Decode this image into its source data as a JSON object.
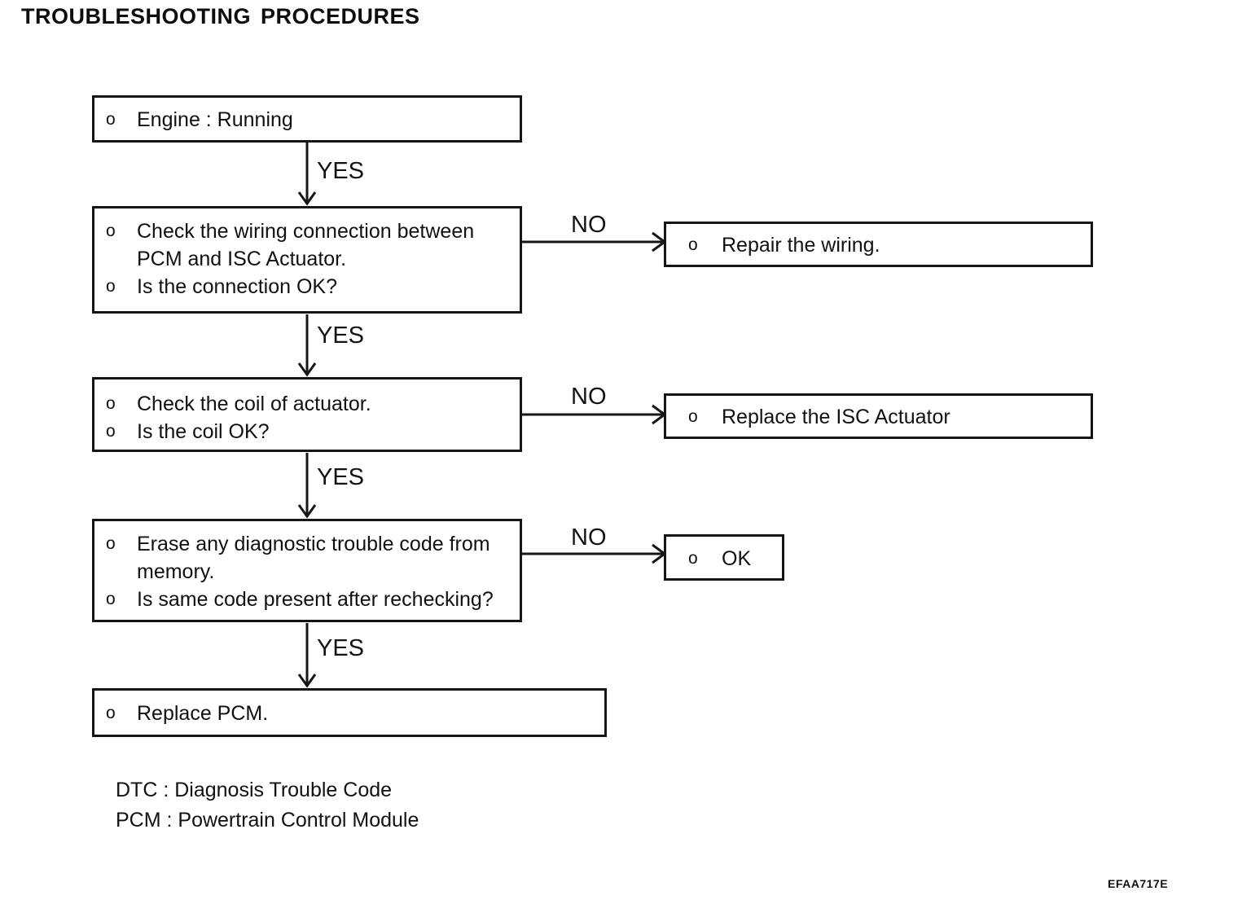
{
  "title": "TROUBLESHOOTING PROCEDURES",
  "bullet": "o",
  "connectors": {
    "yes": "YES",
    "no": "NO"
  },
  "flow": {
    "steps": [
      {
        "items": [
          "Engine : Running"
        ]
      },
      {
        "items": [
          "Check the wiring connection between\nPCM and ISC Actuator.",
          "Is the connection OK?"
        ]
      },
      {
        "items": [
          "Check the coil of actuator.",
          "Is the coil OK?"
        ]
      },
      {
        "items": [
          "Erase any diagnostic trouble code from\nmemory.",
          "Is same code present after rechecking?"
        ]
      },
      {
        "items": [
          "Replace PCM."
        ]
      }
    ],
    "results": [
      {
        "items": [
          "Repair the wiring."
        ]
      },
      {
        "items": [
          "Replace the ISC Actuator"
        ]
      },
      {
        "items": [
          "OK"
        ]
      }
    ]
  },
  "legend": {
    "lines": [
      "DTC : Diagnosis Trouble Code",
      "PCM : Powertrain Control Module"
    ]
  },
  "figure_code": "EFAA717E",
  "colors": {
    "ink": "#111111",
    "paper": "#ffffff"
  }
}
